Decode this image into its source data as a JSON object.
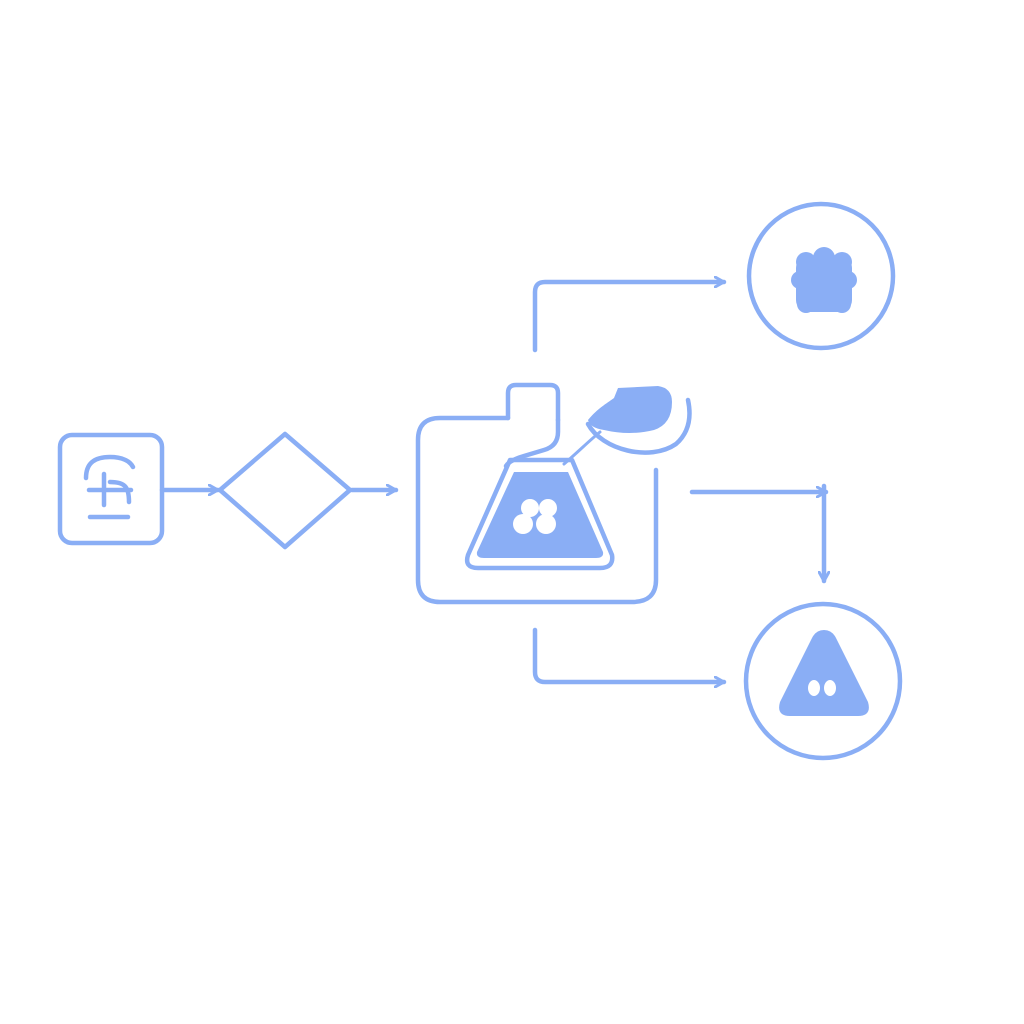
{
  "colors": {
    "stroke": "#8aaef5",
    "fill": "#8aaef5",
    "background": "#ffffff",
    "hole": "#ffffff"
  },
  "nodes": [
    {
      "id": "input",
      "shape": "rounded-square",
      "icon": "add-subtract-icon"
    },
    {
      "id": "decision",
      "shape": "diamond",
      "icon": ""
    },
    {
      "id": "process",
      "shape": "rounded-container",
      "icon": "flask-icon"
    },
    {
      "id": "output-top",
      "shape": "circle",
      "icon": "blob-icon"
    },
    {
      "id": "output-right",
      "shape": "circle",
      "icon": "warning-triangle-icon"
    }
  ],
  "edges": [
    {
      "from": "input",
      "to": "decision",
      "arrow": true
    },
    {
      "from": "decision",
      "to": "process",
      "arrow": true
    },
    {
      "from": "process",
      "to": "output-top",
      "arrow": true
    },
    {
      "from": "process",
      "to": "output-right",
      "arrow": true,
      "route": "right-then-down"
    },
    {
      "from": "process",
      "to": "output-right",
      "arrow": true,
      "route": "down-then-right"
    }
  ]
}
